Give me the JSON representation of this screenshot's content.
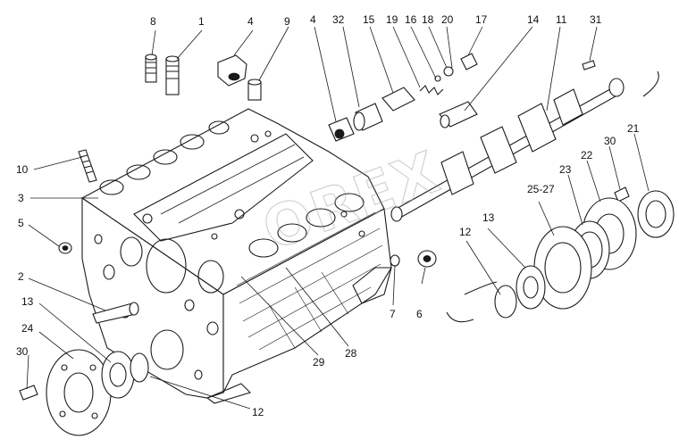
{
  "diagram": {
    "watermark": "OREX",
    "callouts": {
      "c1": "8",
      "c2": "1",
      "c3": "4",
      "c4": "9",
      "c5": "4",
      "c6": "32",
      "c7": "15",
      "c8": "19",
      "c9": "16",
      "c10": "18",
      "c11": "20",
      "c12": "17",
      "c13": "14",
      "c14": "11",
      "c15": "31",
      "c16": "10",
      "c17": "3",
      "c18": "5",
      "c19": "2",
      "c20": "13",
      "c21": "24",
      "c22": "30",
      "c23": "12",
      "c24": "29",
      "c25": "28",
      "c26": "7",
      "c27": "6",
      "c28": "12",
      "c29": "13",
      "c30": "25-27",
      "c31": "23",
      "c32": "22",
      "c33": "30",
      "c34": "21"
    }
  }
}
